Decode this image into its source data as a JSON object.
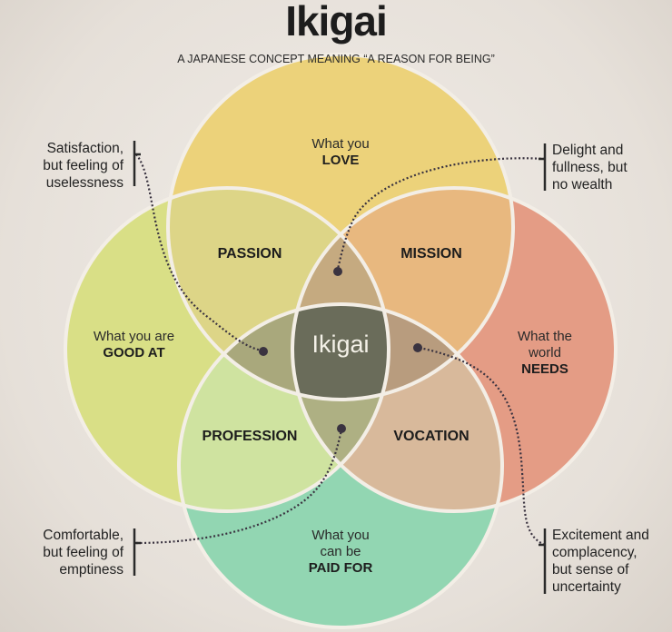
{
  "title": "Ikigai",
  "subtitle": "A JAPANESE CONCEPT MEANING “A REASON FOR BEING”",
  "circles": {
    "love": {
      "line1": "What you",
      "line2": "LOVE",
      "color": "#ecd27a"
    },
    "good_at": {
      "line1": "What you are",
      "line2": "GOOD AT",
      "color": "#d9df86"
    },
    "needs": {
      "line1": "What the",
      "line1b": "world",
      "line2": "NEEDS",
      "color": "#e49c85"
    },
    "paid_for": {
      "line1": "What you",
      "line1b": "can be",
      "line2": "PAID FOR",
      "color": "#92d6b2"
    }
  },
  "regions": {
    "passion": "PASSION",
    "mission": "MISSION",
    "profession": "PROFESSION",
    "vocation": "VOCATION",
    "center": "Ikigai"
  },
  "notes": {
    "top_left": [
      "Satisfaction,",
      "but feeling of",
      "uselessness"
    ],
    "top_right": [
      "Delight and",
      "fullness, but",
      "no wealth"
    ],
    "bottom_left": [
      "Comfortable,",
      "but feeling of",
      "emptiness"
    ],
    "bottom_right": [
      "Excitement and",
      "complacency,",
      "but sense of",
      "uncertainty"
    ]
  }
}
